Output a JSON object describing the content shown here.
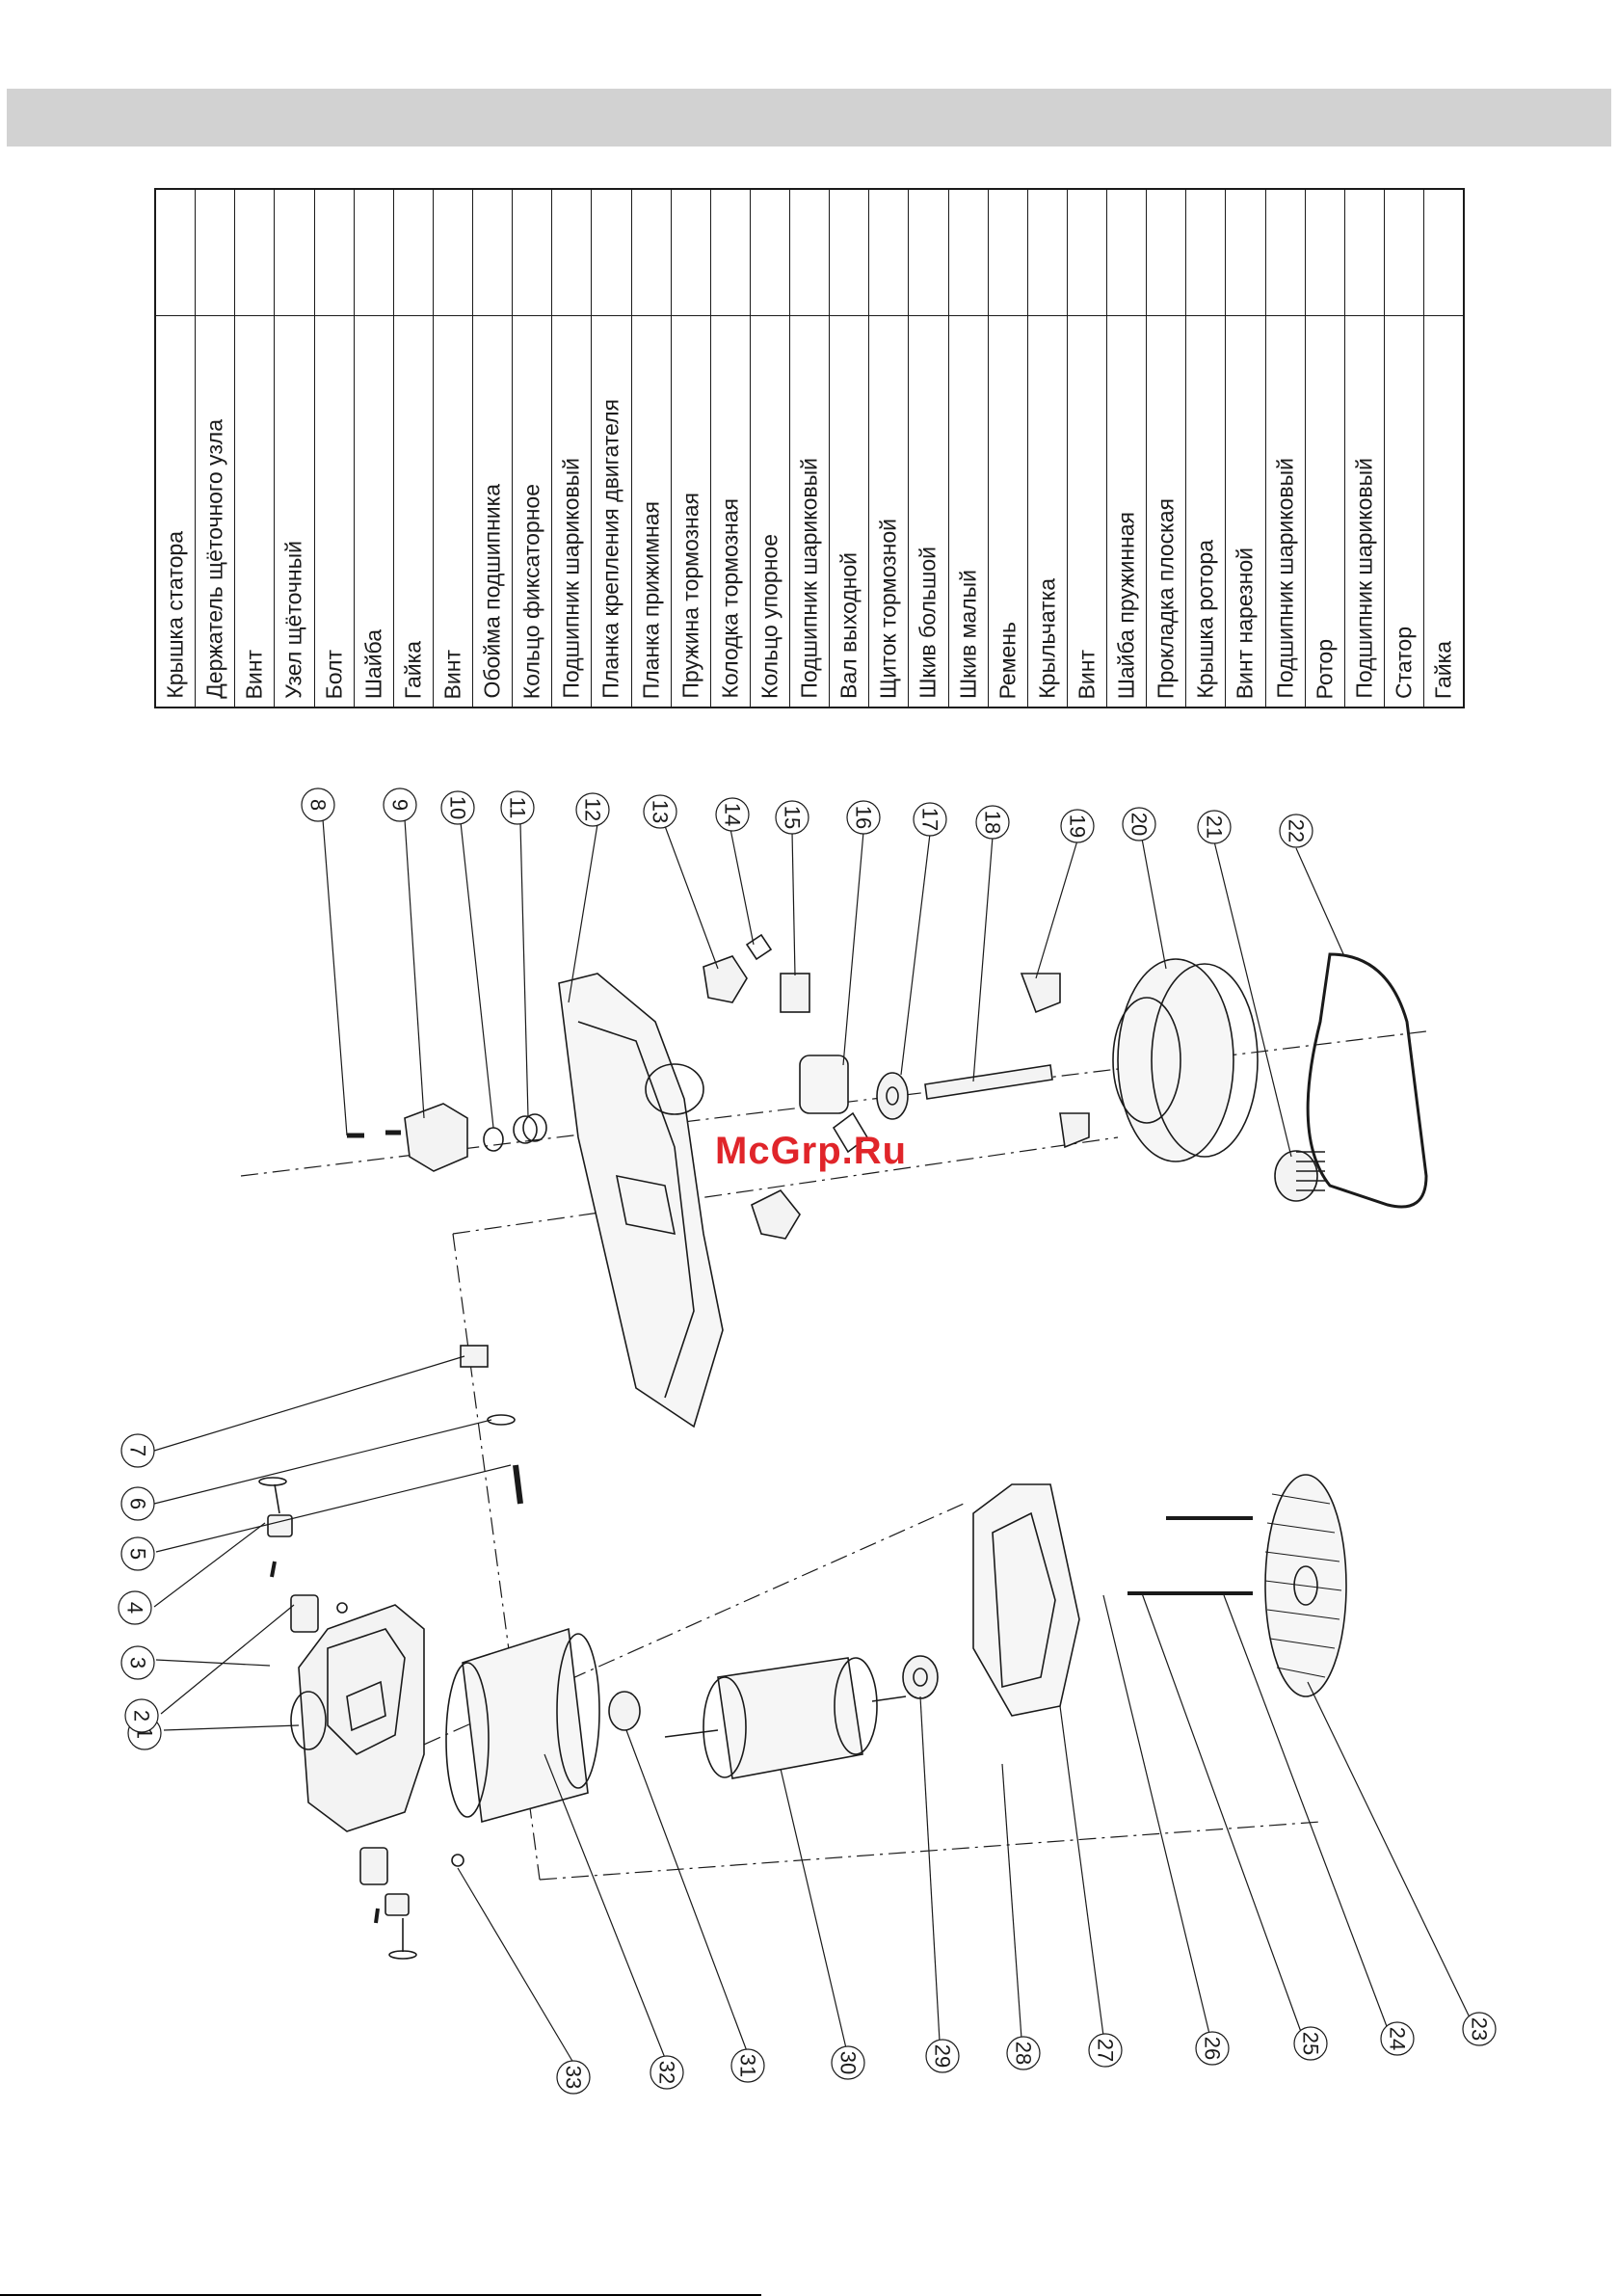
{
  "parts": [
    {
      "id": 1,
      "name": "Крышка статора"
    },
    {
      "id": 2,
      "name": "Держатель щёточного узла"
    },
    {
      "id": 3,
      "name": "Винт"
    },
    {
      "id": 4,
      "name": "Узел щёточный"
    },
    {
      "id": 5,
      "name": "Болт"
    },
    {
      "id": 6,
      "name": "Шайба"
    },
    {
      "id": 7,
      "name": "Гайка"
    },
    {
      "id": 8,
      "name": "Винт"
    },
    {
      "id": 9,
      "name": "Обойма подшипника"
    },
    {
      "id": 10,
      "name": "Кольцо фиксаторное"
    },
    {
      "id": 11,
      "name": "Подшипник шариковый"
    },
    {
      "id": 12,
      "name": "Планка крепления двигателя"
    },
    {
      "id": 13,
      "name": "Планка прижимная"
    },
    {
      "id": 14,
      "name": "Пружина тормозная"
    },
    {
      "id": 15,
      "name": "Колодка тормозная"
    },
    {
      "id": 16,
      "name": "Кольцо упорное"
    },
    {
      "id": 17,
      "name": "Подшипник шариковый"
    },
    {
      "id": 18,
      "name": "Вал выходной"
    },
    {
      "id": 19,
      "name": "Щиток тормозной"
    },
    {
      "id": 20,
      "name": "Шкив большой"
    },
    {
      "id": 21,
      "name": "Шкив малый"
    },
    {
      "id": 22,
      "name": "Ремень"
    },
    {
      "id": 23,
      "name": "Крыльчатка"
    },
    {
      "id": 24,
      "name": "Винт"
    },
    {
      "id": 25,
      "name": "Шайба пружинная"
    },
    {
      "id": 26,
      "name": "Прокладка плоская"
    },
    {
      "id": 27,
      "name": "Крышка ротора"
    },
    {
      "id": 28,
      "name": "Винт нарезной"
    },
    {
      "id": 29,
      "name": "Подшипник шариковый"
    },
    {
      "id": 30,
      "name": "Ротор"
    },
    {
      "id": 31,
      "name": "Подшипник шариковый"
    },
    {
      "id": 32,
      "name": "Статор"
    },
    {
      "id": 33,
      "name": "Гайка"
    }
  ],
  "callouts": [
    "1",
    "2",
    "3",
    "4",
    "5",
    "6",
    "7",
    "8",
    "9",
    "10",
    "11",
    "12",
    "13",
    "14",
    "15",
    "16",
    "17",
    "18",
    "19",
    "20",
    "21",
    "22",
    "23",
    "24",
    "25",
    "26",
    "27",
    "28",
    "29",
    "30",
    "31",
    "32",
    "33"
  ],
  "watermark": "McGrp.Ru"
}
